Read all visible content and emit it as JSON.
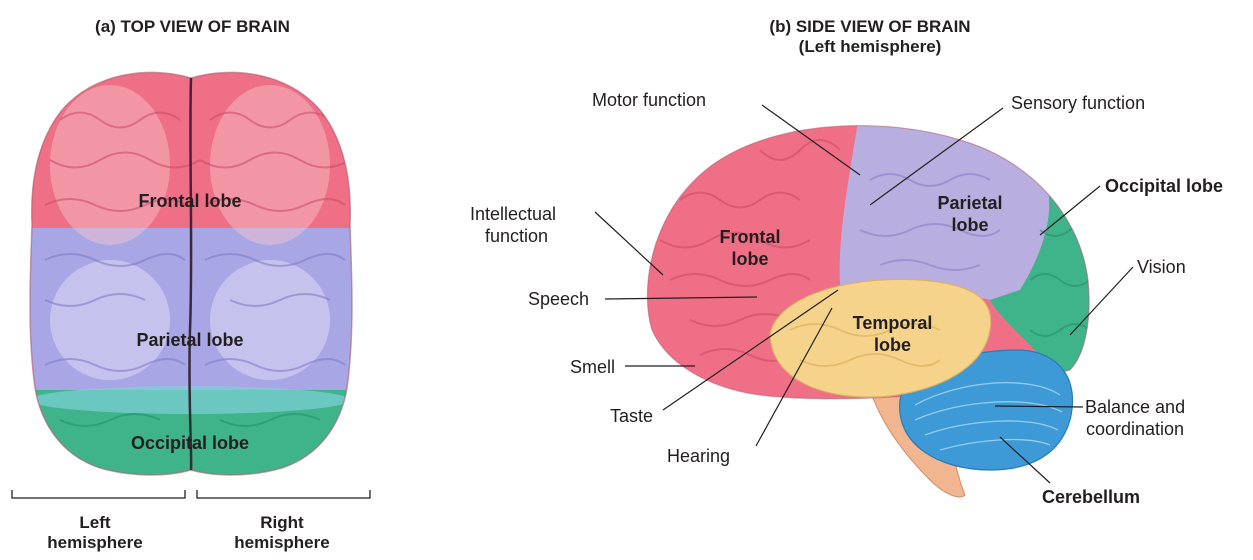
{
  "panel_a": {
    "title": "(a) TOP VIEW OF BRAIN",
    "lobes": {
      "frontal": "Frontal lobe",
      "parietal": "Parietal lobe",
      "occipital": "Occipital lobe"
    },
    "hemispheres": {
      "left": [
        "Left",
        "hemisphere"
      ],
      "right": [
        "Right",
        "hemisphere"
      ]
    }
  },
  "panel_b": {
    "title": [
      "(b) SIDE VIEW OF BRAIN",
      "(Left hemisphere)"
    ],
    "lobes": {
      "frontal": [
        "Frontal",
        "lobe"
      ],
      "parietal": [
        "Parietal",
        "lobe"
      ],
      "temporal": [
        "Temporal",
        "lobe"
      ]
    },
    "callouts": {
      "motor": "Motor function",
      "sensory": "Sensory function",
      "occipital": "Occipital lobe",
      "intellectual": [
        "Intellectual",
        "function"
      ],
      "vision": "Vision",
      "speech": "Speech",
      "smell": "Smell",
      "taste": "Taste",
      "hearing": "Hearing",
      "balance": [
        "Balance and",
        "coordination"
      ],
      "cerebellum": "Cerebellum"
    }
  },
  "colors": {
    "frontal": "#ef6f86",
    "parietal": "#b9aee0",
    "parietal_top_view": "#a9a6e6",
    "occipital": "#3fb48a",
    "temporal": "#f6d38a",
    "cerebellum": "#3d9ad6",
    "brainstem": "#f1b58f",
    "leader_line": "#231f20"
  }
}
